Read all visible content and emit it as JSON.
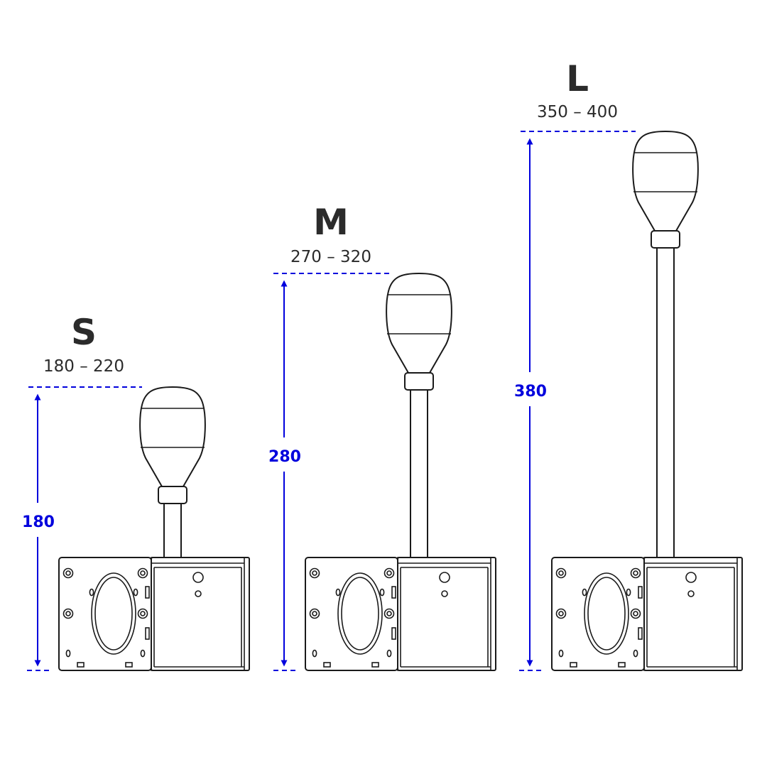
{
  "accent_color": "#0000dd",
  "variants": [
    {
      "size": "S",
      "range": "180 – 220",
      "dimension": "180"
    },
    {
      "size": "M",
      "range": "270 – 320",
      "dimension": "280"
    },
    {
      "size": "L",
      "range": "350 – 400",
      "dimension": "380"
    }
  ]
}
